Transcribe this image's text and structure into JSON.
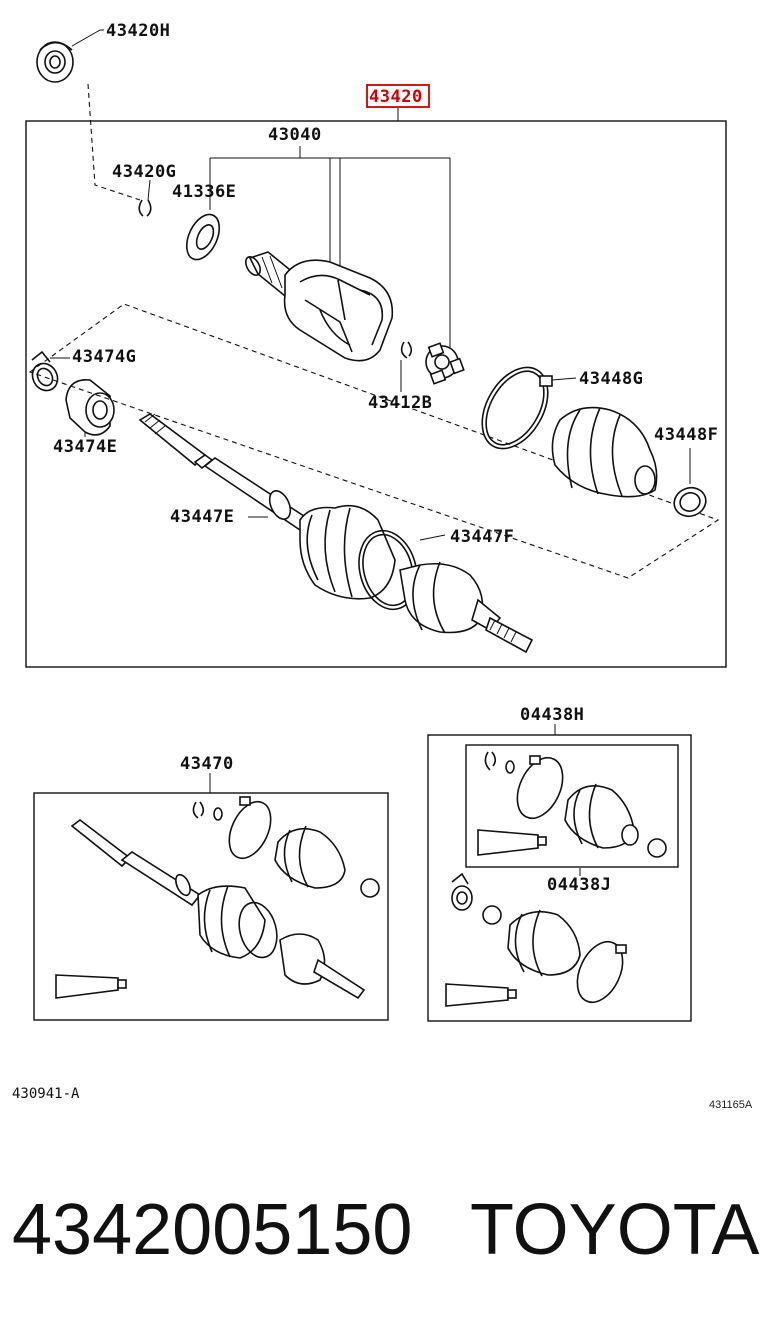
{
  "diagram": {
    "labels": {
      "l43420H": "43420H",
      "l43420": "43420",
      "l43040": "43040",
      "l43420G": "43420G",
      "l41336E": "41336E",
      "l43474G": "43474G",
      "l43474E": "43474E",
      "l43412B": "43412B",
      "l43448G": "43448G",
      "l43448F": "43448F",
      "l43447E": "43447E",
      "l43447F": "43447F",
      "l04438H": "04438H",
      "l43470": "43470",
      "l04438J": "04438J"
    },
    "figure_code": "430941-A",
    "image_code": "431165A",
    "highlight_color": "#cc0000"
  },
  "footer": {
    "part_number": "4342005150",
    "brand": "TOYOTA"
  }
}
